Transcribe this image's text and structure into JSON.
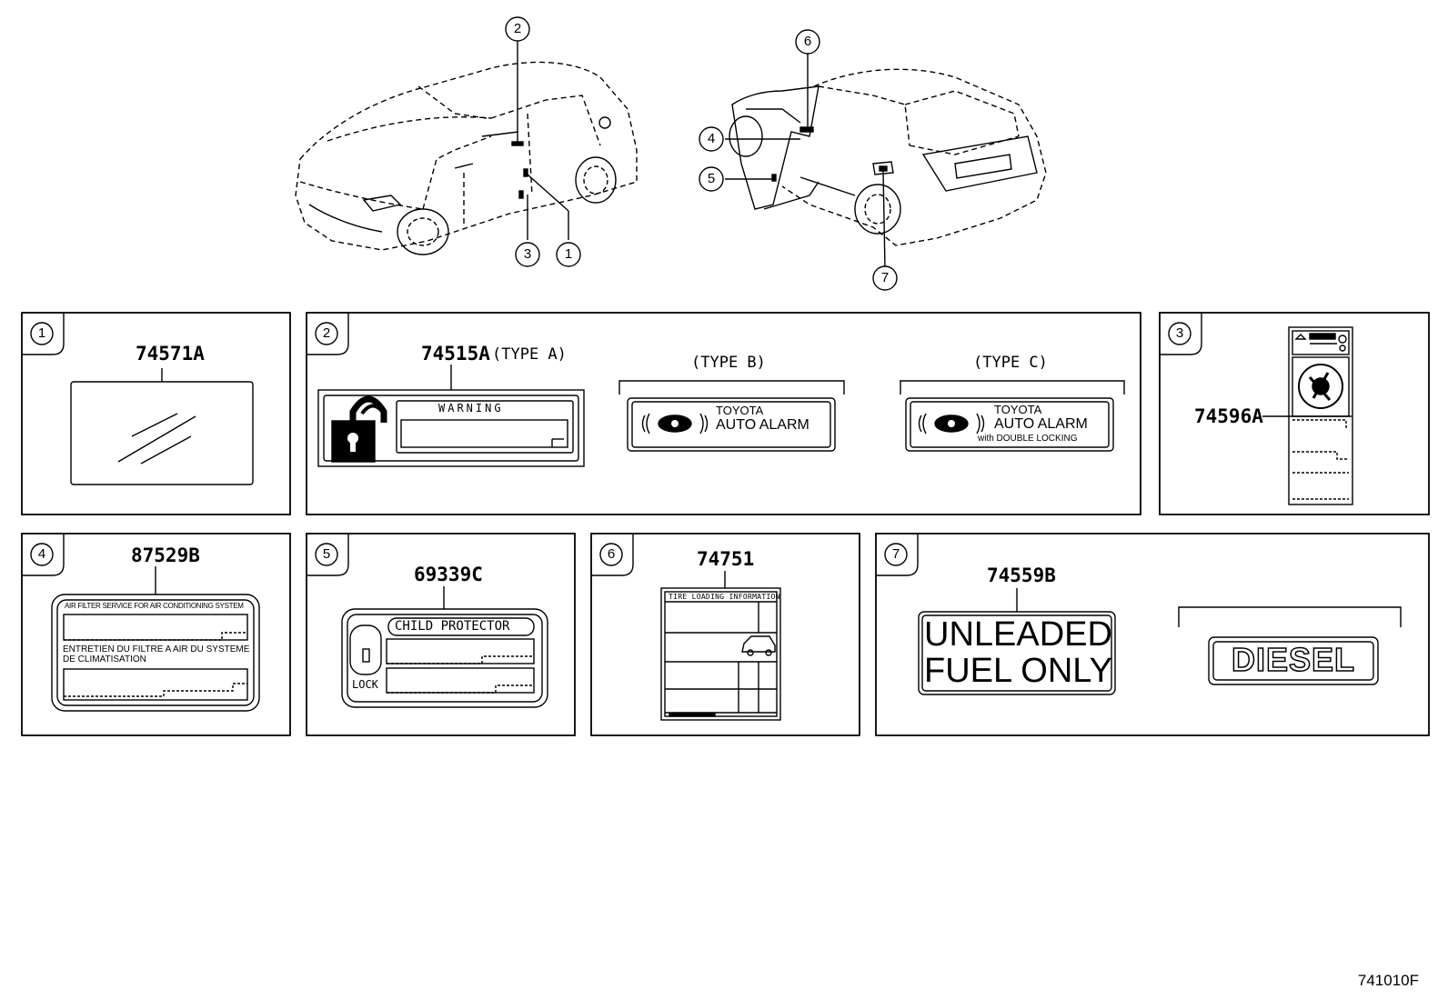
{
  "callouts": [
    "1",
    "2",
    "3",
    "4",
    "5",
    "6",
    "7"
  ],
  "panels": {
    "p1": {
      "num": "1",
      "part": "74571A"
    },
    "p2": {
      "num": "2",
      "part": "74515A",
      "type_a": "(TYPE A)",
      "type_b": "(TYPE B)",
      "type_c": "(TYPE C)",
      "warning": "WARNING",
      "brand": "TOYOTA",
      "alarm": "AUTO ALARM",
      "double": "with DOUBLE LOCKING"
    },
    "p3": {
      "num": "3",
      "part": "74596A"
    },
    "p4": {
      "num": "4",
      "part": "87529B",
      "line1": "AIR FILTER SERVICE FOR AIR CONDITIONING SYSTEM",
      "line2": "ENTRETIEN DU FILTRE A AIR DU SYSTEME",
      "line3": "DE CLIMATISATION"
    },
    "p5": {
      "num": "5",
      "part": "69339C",
      "title": "CHILD PROTECTOR",
      "lock": "LOCK"
    },
    "p6": {
      "num": "6",
      "part": "74751",
      "title": "TIRE LOADING INFORMATION"
    },
    "p7": {
      "num": "7",
      "part": "74559B",
      "line1": "UNLEADED",
      "line2": "FUEL ONLY",
      "diesel": "DIESEL"
    }
  },
  "diagram_code": "741010F",
  "icons": [
    "car-front-icon",
    "car-rear-icon",
    "padlock-icon",
    "alarm-siren-icon",
    "fuel-label-icon",
    "vehicle-icon"
  ]
}
